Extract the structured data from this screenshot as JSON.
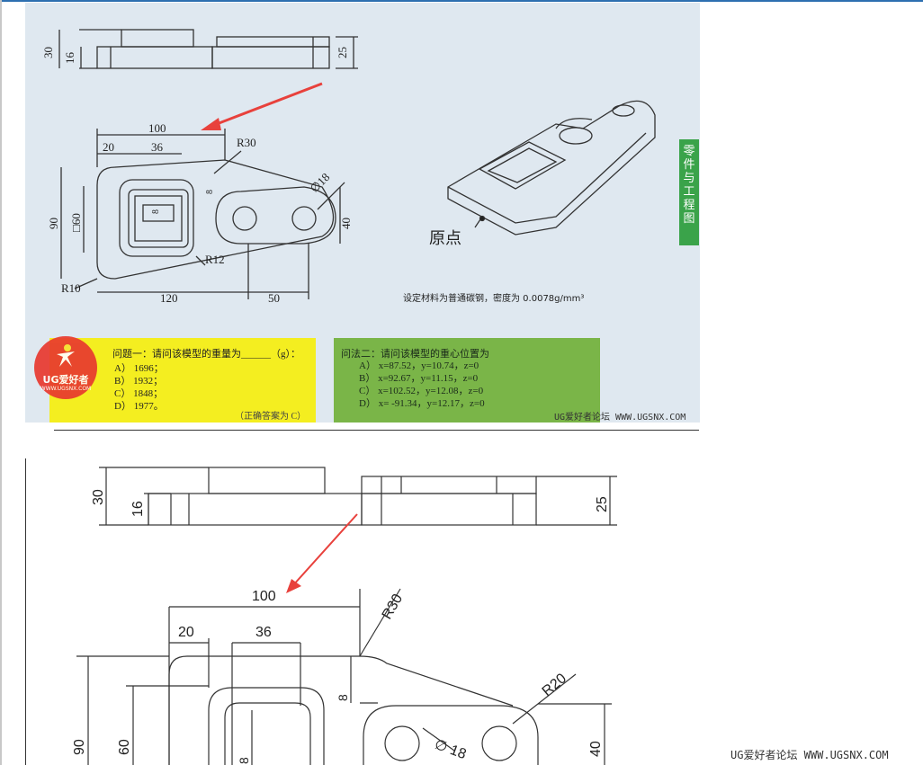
{
  "scan": {
    "dims": {
      "top_30": "30",
      "top_16": "16",
      "top_25": "25",
      "d100": "100",
      "d20": "20",
      "d36": "36",
      "dR30": "R30",
      "d8": "8",
      "d8b": "8",
      "dphi18": "∅18",
      "d90": "90",
      "dsq60": "□60",
      "d40": "40",
      "dR12": "R12",
      "dR10": "R10",
      "d120": "120",
      "d50": "50"
    },
    "origin_label": "原点",
    "material_note": "设定材料为普通碳钢，密度为 0.0078g/mm³",
    "side_tab": [
      "零",
      "件",
      "与",
      "工",
      "程",
      "图"
    ],
    "yellow_box": {
      "question": "问题一：请问该模型的重量为______（g）：",
      "answers": [
        "A） 1696；",
        "B） 1932；",
        "C） 1848；",
        "D） 1977。"
      ],
      "hint": "（正确答案为 C）"
    },
    "green_box": {
      "question": "问法二：请问该模型的重心位置为",
      "answers": [
        "A）  x=87.52，y=10.74，z=0",
        "B）  x=92.67，y=11.15，z=0",
        "C）  x=102.52，y=12.08，z=0",
        "D）  x= -91.34，y=12.17，z=0"
      ]
    },
    "watermark": "UG爱好者论坛 WWW.UGSNX.COM",
    "logo": {
      "title": "UG爱好者",
      "site": "WWW.UGSNX.COM"
    }
  },
  "cad": {
    "dims": {
      "v30": "30",
      "v16": "16",
      "v25": "25",
      "d100": "100",
      "d20": "20",
      "d36": "36",
      "dR30": "R30",
      "d8": "8",
      "dR20": "R20",
      "d90": "90",
      "d60": "60",
      "d8b": "8",
      "dphi18": "∅ 18",
      "d40": "40"
    }
  },
  "footer_watermark": "UG爱好者论坛 WWW.UGSNX.COM",
  "colors": {
    "accent_red": "#e8413c",
    "tab_green": "#3aa34a",
    "yellow": "#f4ee20",
    "green": "#7ab548",
    "scan_bg": "#dfe8f0"
  }
}
